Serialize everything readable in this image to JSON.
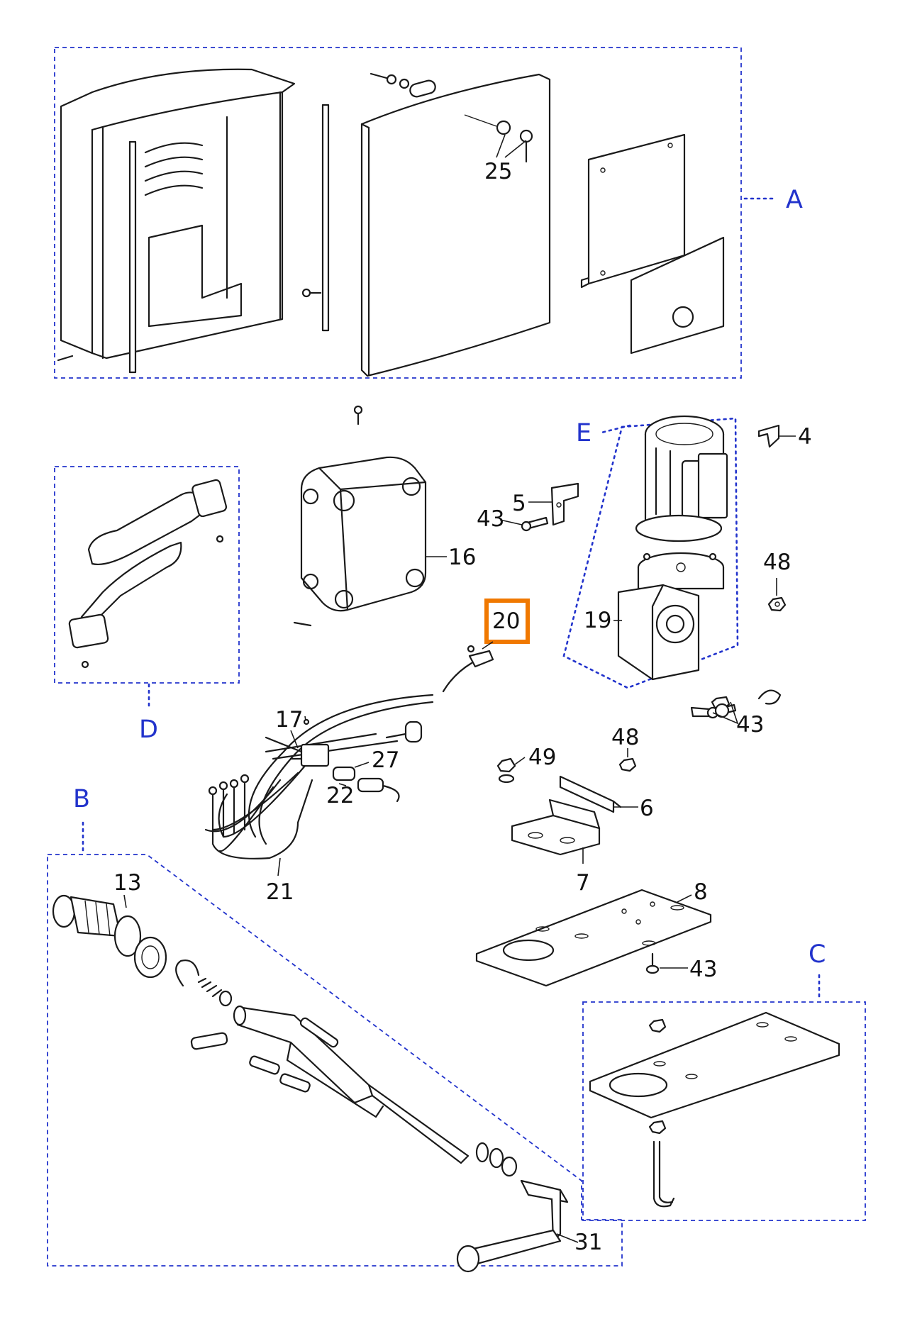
{
  "groups": {
    "A": "A",
    "B": "B",
    "C": "C",
    "D": "D",
    "E": "E"
  },
  "parts": {
    "p4": "4",
    "p5": "5",
    "p6": "6",
    "p7": "7",
    "p8": "8",
    "p13": "13",
    "p16": "16",
    "p17": "17",
    "p19": "19",
    "p20": "20",
    "p21": "21",
    "p22": "22",
    "p25": "25",
    "p27": "27",
    "p31": "31",
    "p43a": "43",
    "p43b": "43",
    "p43c": "43",
    "p48a": "48",
    "p48b": "48",
    "p49": "49"
  },
  "colors": {
    "group_border": "#2233cc",
    "group_text": "#2233cc",
    "highlight": "#f07800",
    "line": "#1a1a1a"
  }
}
